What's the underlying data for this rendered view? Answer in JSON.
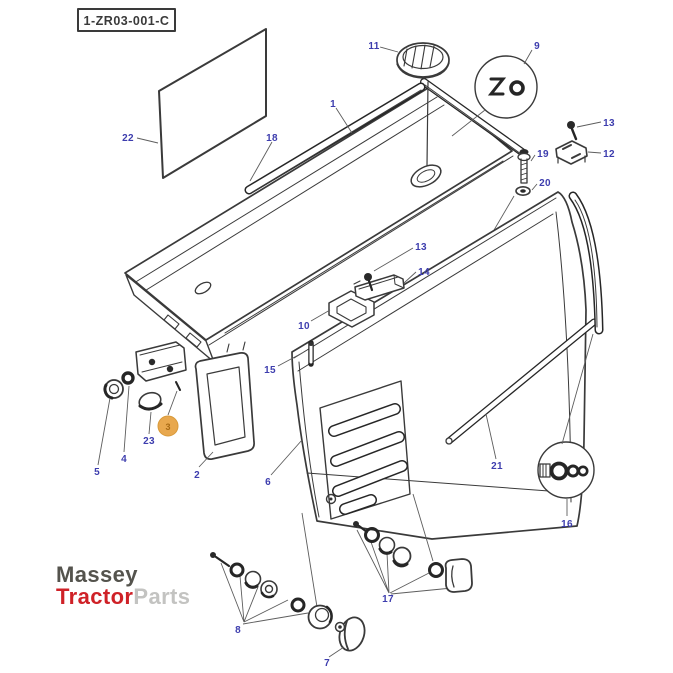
{
  "doc_code": "1-ZR03-001-C",
  "callouts": {
    "c1": "1",
    "c2": "2",
    "c3": "3",
    "c4": "4",
    "c5": "5",
    "c6": "6",
    "c7": "7",
    "c8": "8",
    "c9": "9",
    "c10": "10",
    "c11": "11",
    "c12": "12",
    "c13a": "13",
    "c13b": "13",
    "c14": "14",
    "c15": "15",
    "c16": "16",
    "c17": "17",
    "c18": "18",
    "c19": "19",
    "c20": "20",
    "c21": "21",
    "c22": "22",
    "c23": "23"
  },
  "highlighted_callout": "3",
  "brand": {
    "word1": "Massey",
    "word2": "Tractor",
    "word3": "Parts"
  },
  "detail_circles": {
    "circle9": "retaining-clip-detail",
    "circle16": "bolt-and-washer-stack-detail"
  },
  "colors": {
    "callout_text": "#3d3dae",
    "highlight_fill": "#e8a84e",
    "highlight_digit": "#a86a14",
    "line": "#3a3a3a",
    "brand_red": "#cf2127",
    "brand_gray": "#c3c3c1",
    "brand_dark": "#54534d"
  }
}
